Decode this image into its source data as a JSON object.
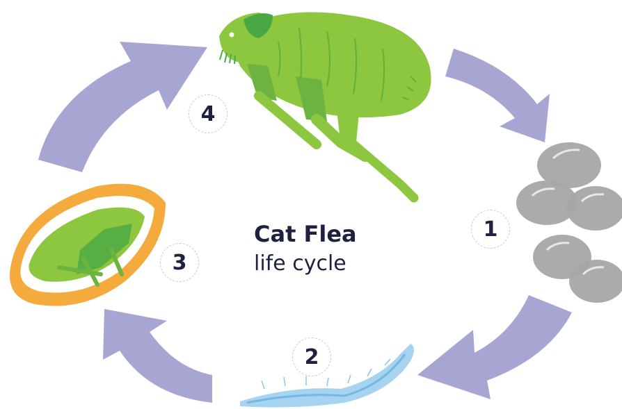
{
  "diagram": {
    "title": "Cat Flea",
    "subtitle": "life cycle",
    "steps": [
      {
        "number": "1",
        "stage": "eggs"
      },
      {
        "number": "2",
        "stage": "larva"
      },
      {
        "number": "3",
        "stage": "pupa"
      },
      {
        "number": "4",
        "stage": "adult"
      }
    ],
    "colors": {
      "arrow": "#a7a6d2",
      "flea": "#8dc63f",
      "egg": "#a6a8a4",
      "larva": "#a6d4f0",
      "cocoon": "#f4aa3c",
      "text": "#1e2240"
    }
  }
}
